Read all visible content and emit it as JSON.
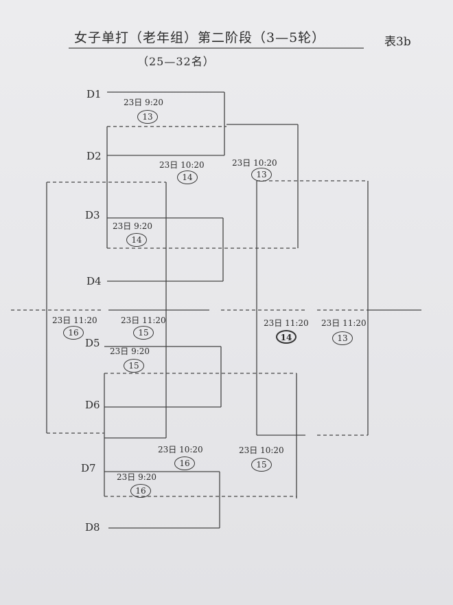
{
  "header": {
    "title": "女子单打（老年组）第二阶段（3—5轮）",
    "subtitle": "（25—32名）",
    "table_no": "表3b"
  },
  "players": [
    "D1",
    "D2",
    "D3",
    "D4",
    "D5",
    "D6",
    "D7",
    "D8"
  ],
  "matches": [
    {
      "time": "23日 9:20",
      "court": "13"
    },
    {
      "time": "23日 9:20",
      "court": "14"
    },
    {
      "time": "23日 9:20",
      "court": "15"
    },
    {
      "time": "23日 9:20",
      "court": "16"
    },
    {
      "time": "23日 10:20",
      "court": "14"
    },
    {
      "time": "23日 10:20",
      "court": "13"
    },
    {
      "time": "23日 10:20",
      "court": "16"
    },
    {
      "time": "23日 10:20",
      "court": "15"
    },
    {
      "time": "23日 11:20",
      "court": "16"
    },
    {
      "time": "23日 11:20",
      "court": "15"
    },
    {
      "time": "23日 11:20",
      "court": "14"
    },
    {
      "time": "23日 11:20",
      "court": "13"
    }
  ]
}
